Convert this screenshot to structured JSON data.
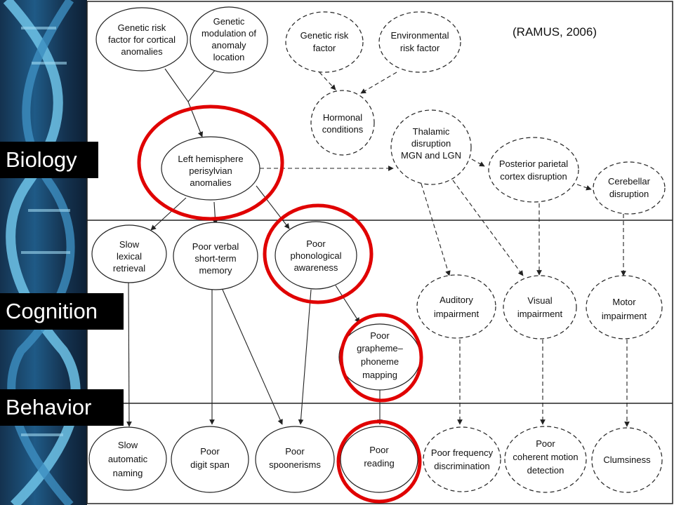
{
  "citation": "(RAMUS, 2006)",
  "levels": {
    "biology": "Biology",
    "cognition": "Cognition",
    "behavior": "Behavior"
  },
  "colors": {
    "highlight": "#e00000",
    "line": "#222222",
    "label_bg": "#000000",
    "label_fg": "#ffffff"
  },
  "nodes": {
    "genetic_risk_cortical": [
      "Genetic risk",
      "factor for cortical",
      "anomalies"
    ],
    "genetic_modulation": [
      "Genetic",
      "modulation of",
      "anomaly",
      "location"
    ],
    "genetic_risk": [
      "Genetic risk",
      "factor"
    ],
    "environmental_risk": [
      "Environmental",
      "risk factor"
    ],
    "hormonal": [
      "Hormonal",
      "conditions"
    ],
    "left_hemisphere": [
      "Left hemisphere",
      "perisylvian",
      "anomalies"
    ],
    "thalamic": [
      "Thalamic",
      "disruption",
      "MGN and LGN"
    ],
    "posterior_parietal": [
      "Posterior parietal",
      "cortex disruption"
    ],
    "cerebellar": [
      "Cerebellar",
      "disruption"
    ],
    "slow_lexical": [
      "Slow",
      "lexical",
      "retrieval"
    ],
    "poor_verbal_stm": [
      "Poor verbal",
      "short-term",
      "memory"
    ],
    "poor_phonological": [
      "Poor",
      "phonological",
      "awareness"
    ],
    "auditory_impairment": [
      "Auditory",
      "impairment"
    ],
    "visual_impairment": [
      "Visual",
      "impairment"
    ],
    "motor_impairment": [
      "Motor",
      "impairment"
    ],
    "poor_grapheme": [
      "Poor",
      "grapheme–",
      "phoneme",
      "mapping"
    ],
    "slow_naming": [
      "Slow",
      "automatic",
      "naming"
    ],
    "poor_digit_span": [
      "Poor",
      "digit span"
    ],
    "poor_spoonerisms": [
      "Poor",
      "spoonerisms"
    ],
    "poor_reading": [
      "Poor",
      "reading"
    ],
    "poor_frequency": [
      "Poor frequency",
      "discrimination"
    ],
    "poor_coherent_motion": [
      "Poor",
      "coherent motion",
      "detection"
    ],
    "clumsiness": [
      "Clumsiness"
    ]
  }
}
